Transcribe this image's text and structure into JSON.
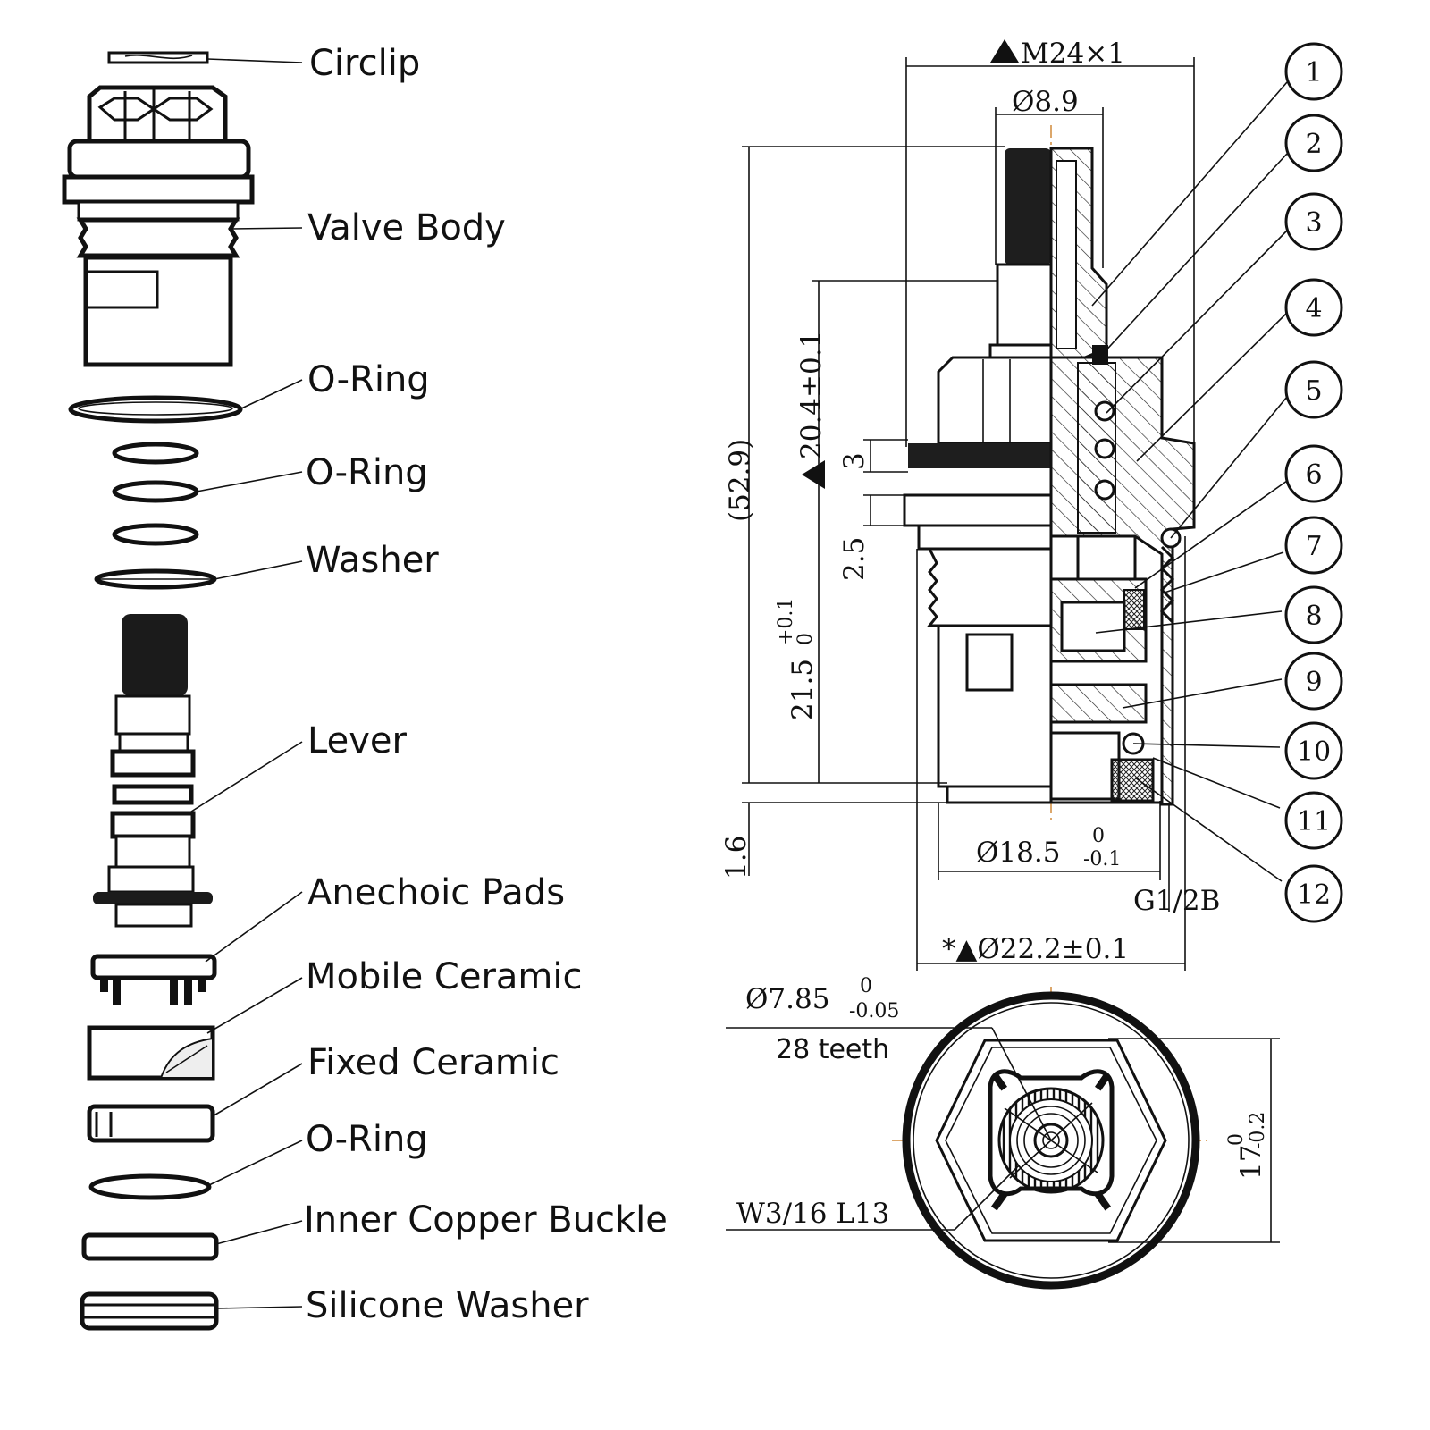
{
  "exploded_view": {
    "labels": [
      "Circlip",
      "Valve Body",
      "O-Ring",
      "O-Ring",
      "Washer",
      "Lever",
      "Anechoic Pads",
      "Mobile Ceramic",
      "Fixed Ceramic",
      "O-Ring",
      "Inner Copper Buckle",
      "Silicone Washer"
    ]
  },
  "section_view": {
    "dims": {
      "thread": "M24×1",
      "stem_dia": "Ø8.9",
      "overall_height": "(52.9)",
      "height_a": "20.4±0.1",
      "height_3": "3",
      "height_25": "2.5",
      "height_b": "21.5",
      "height_b_tol_upper": "+0.1",
      "height_b_tol_lower": "0",
      "height_16": "1.6",
      "base_dia": "Ø18.5",
      "base_dia_tol_upper": "0",
      "base_dia_tol_lower": "-0.1",
      "pipe_thread": "G1/2B",
      "outer_dia": "*▲Ø22.2±0.1"
    },
    "callouts": [
      "1",
      "2",
      "3",
      "4",
      "5",
      "6",
      "7",
      "8",
      "9",
      "10",
      "11",
      "12"
    ]
  },
  "top_view": {
    "spline_dia": "Ø7.85",
    "spline_tol_upper": "0",
    "spline_tol_lower": "-0.05",
    "teeth": "28 teeth",
    "screw": "W3/16  L13",
    "hex": "17",
    "hex_tol_upper": "0",
    "hex_tol_lower": "-0.2"
  }
}
